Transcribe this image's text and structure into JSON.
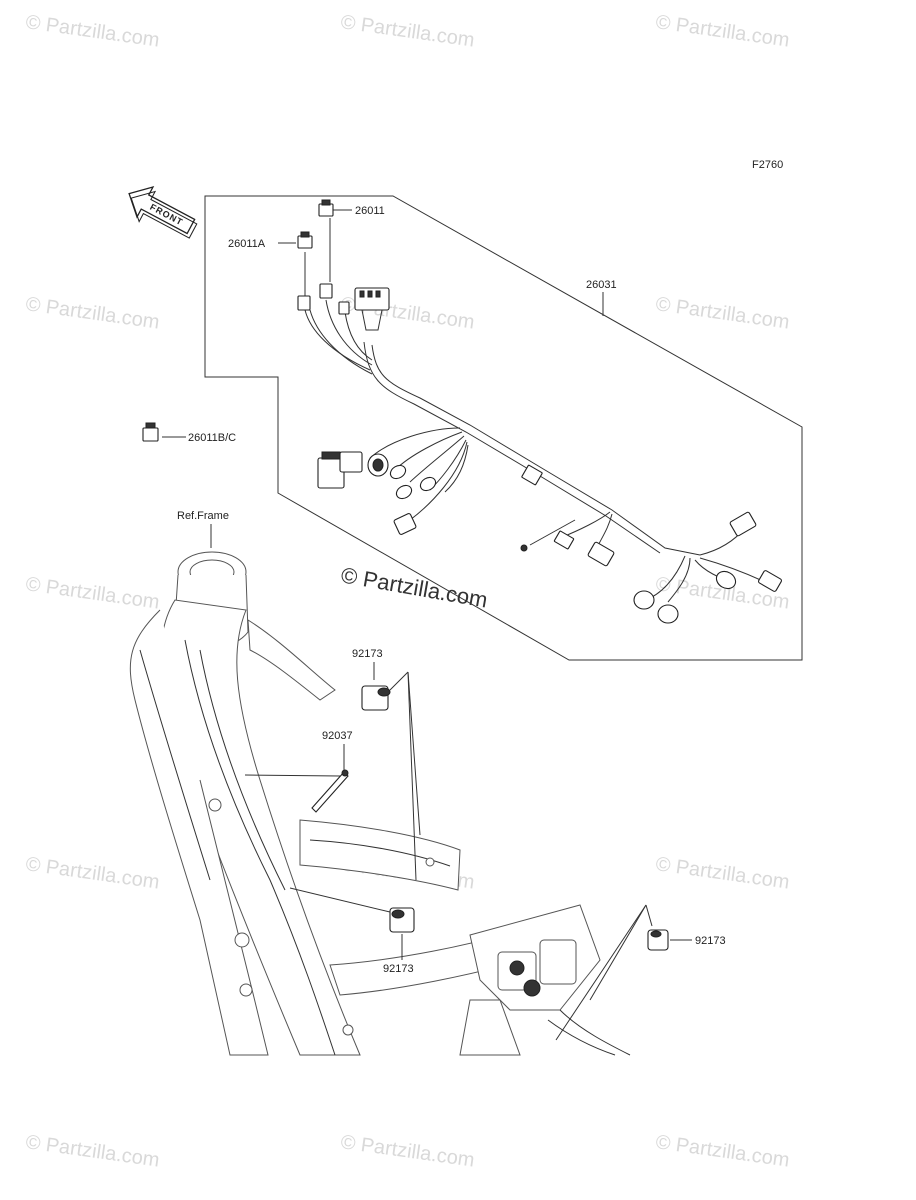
{
  "figure_code": "F2760",
  "front_label": "FRONT",
  "watermark": "© Partzilla.com",
  "center_watermark": "© Partzilla.com",
  "parts": {
    "p26011": "26011",
    "p26011A": "26011A",
    "p26031": "26031",
    "p26011BC": "26011B/C",
    "ref_frame": "Ref.Frame",
    "p92173_top": "92173",
    "p92037": "92037",
    "p92173_bottom": "92173",
    "p92173_right": "92173"
  }
}
